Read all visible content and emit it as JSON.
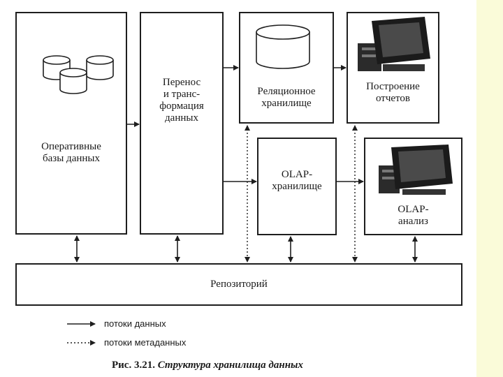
{
  "blocks": {
    "operational_db": "Оперативные\nбазы данных",
    "transform": "Перенос\nи транс-\nформация\nданных",
    "relational": "Реляционное\nхранилище",
    "reports": "Построение\nотчетов",
    "olap_storage": "OLAP-\nхранилище",
    "olap_analysis": "OLAP-\nанализ",
    "repository": "Репозиторий"
  },
  "legend": {
    "data_flows": "потоки данных",
    "metadata_flows": "потоки метаданных"
  },
  "caption": {
    "number": "Рис. 3.21.",
    "title": "Структура хранилища данных"
  },
  "icons": [
    "database-cylinders-icon",
    "database-cylinder-icon",
    "computer-monitor-icon"
  ]
}
